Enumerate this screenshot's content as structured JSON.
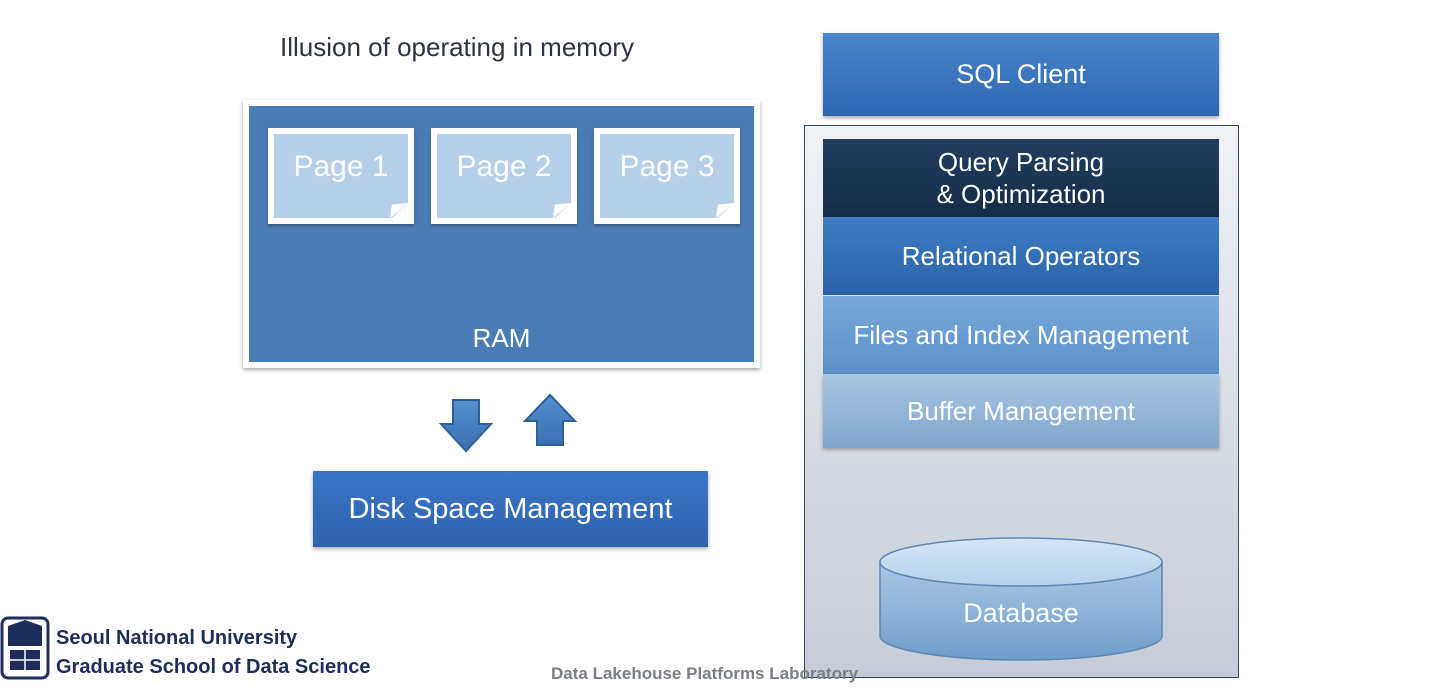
{
  "left": {
    "title": "Illusion of operating in memory",
    "ram": {
      "label": "RAM",
      "pages": [
        "Page 1",
        "Page 2",
        "Page 3"
      ]
    },
    "disk_space_label": "Disk Space Management"
  },
  "right": {
    "sql_client": "SQL Client",
    "layers": {
      "query_line1": "Query Parsing",
      "query_line2": "& Optimization",
      "relational": "Relational Operators",
      "files": "Files and Index Management",
      "buffer": "Buffer Management"
    },
    "database": "Database"
  },
  "footer": {
    "university": "Seoul National University",
    "school": "Graduate School of Data Science",
    "lab": "Data Lakehouse Platforms Laboratory"
  },
  "colors": {
    "ram_blue": "#4a7db5",
    "page_light": "#b5cfe8",
    "dark_navy": "#142c48",
    "accent_blue": "#2f62ad"
  }
}
